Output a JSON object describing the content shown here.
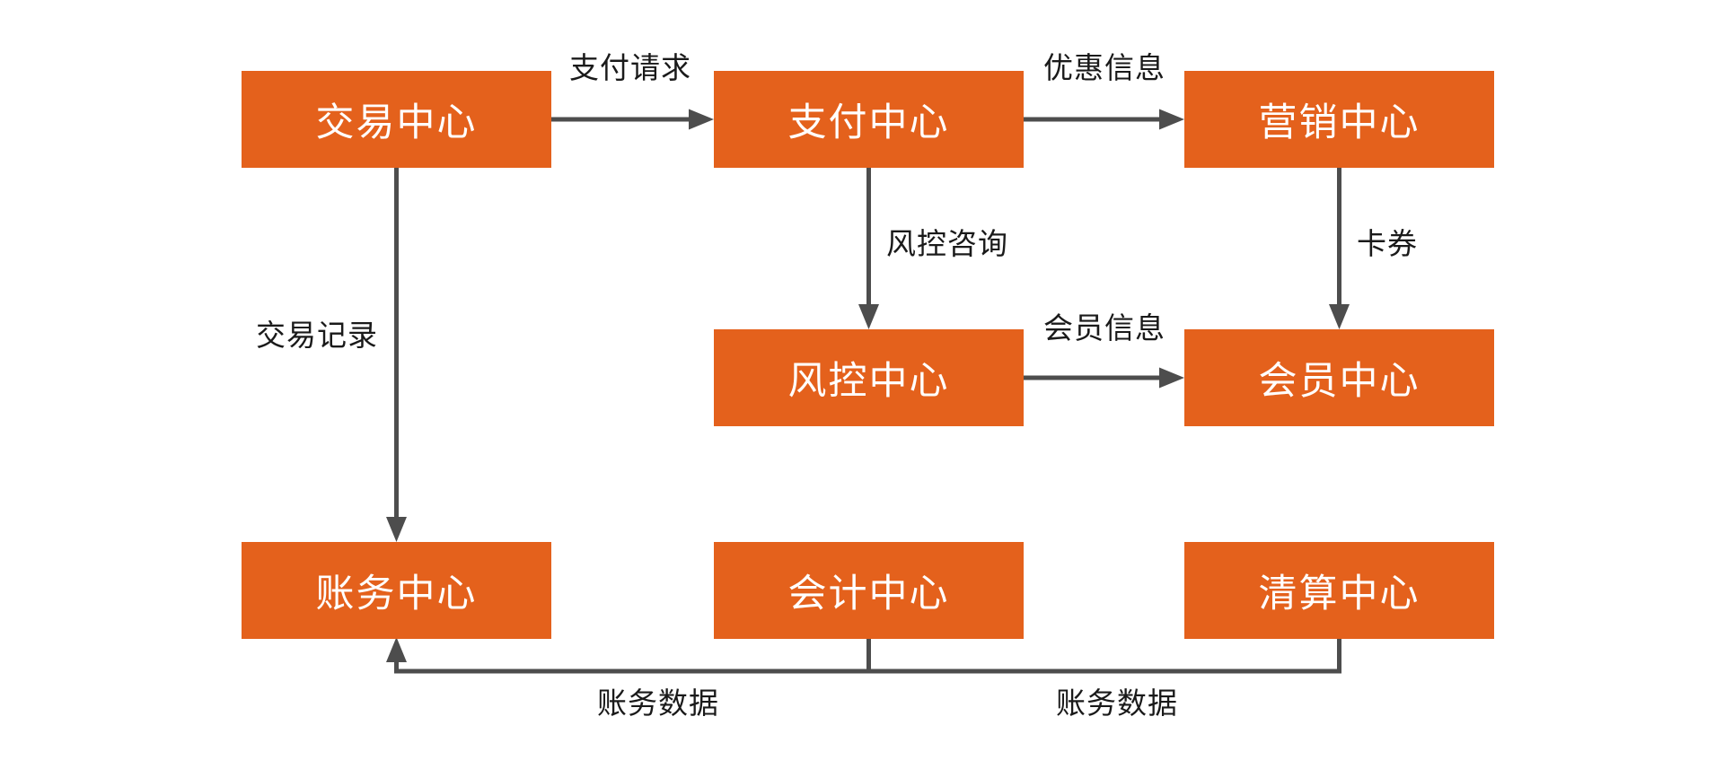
{
  "canvas": {
    "background_color": "#ffffff"
  },
  "colors": {
    "node_fill": "#e4611c",
    "node_text": "#ffffff",
    "edge_line": "#4d4d4d",
    "edge_label_text": "#1a1a1a"
  },
  "diagram": {
    "nodes": [
      {
        "id": "trade",
        "label": "交易中心"
      },
      {
        "id": "payment",
        "label": "支付中心"
      },
      {
        "id": "marketing",
        "label": "营销中心"
      },
      {
        "id": "risk",
        "label": "风控中心"
      },
      {
        "id": "member",
        "label": "会员中心"
      },
      {
        "id": "billing",
        "label": "账务中心"
      },
      {
        "id": "accounting",
        "label": "会计中心"
      },
      {
        "id": "clearing",
        "label": "清算中心"
      }
    ],
    "edges": [
      {
        "from": "交易中心",
        "to": "支付中心",
        "label": "支付请求"
      },
      {
        "from": "支付中心",
        "to": "营销中心",
        "label": "优惠信息"
      },
      {
        "from": "支付中心",
        "to": "风控中心",
        "label": "风控咨询"
      },
      {
        "from": "营销中心",
        "to": "会员中心",
        "label": "卡券"
      },
      {
        "from": "风控中心",
        "to": "会员中心",
        "label": "会员信息"
      },
      {
        "from": "交易中心",
        "to": "账务中心",
        "label": "交易记录"
      },
      {
        "from": "会计中心",
        "to": "账务中心",
        "label": "账务数据"
      },
      {
        "from": "清算中心",
        "to": "账务中心",
        "label": "账务数据"
      }
    ]
  }
}
